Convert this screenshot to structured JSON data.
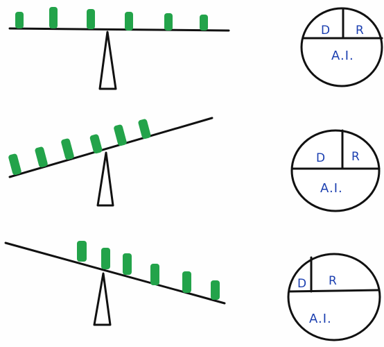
{
  "colors": {
    "ink": "#111111",
    "block": "#23a34a",
    "label": "#1b3fb0"
  },
  "rows": [
    {
      "balance": "level",
      "labels": {
        "d": "D",
        "r": "R",
        "ai": "A.I."
      }
    },
    {
      "balance": "tilted-left",
      "labels": {
        "d": "D",
        "r": "R",
        "ai": "A.I."
      }
    },
    {
      "balance": "tilted-right",
      "labels": {
        "d": "D",
        "r": "R",
        "ai": "A.I."
      }
    }
  ]
}
